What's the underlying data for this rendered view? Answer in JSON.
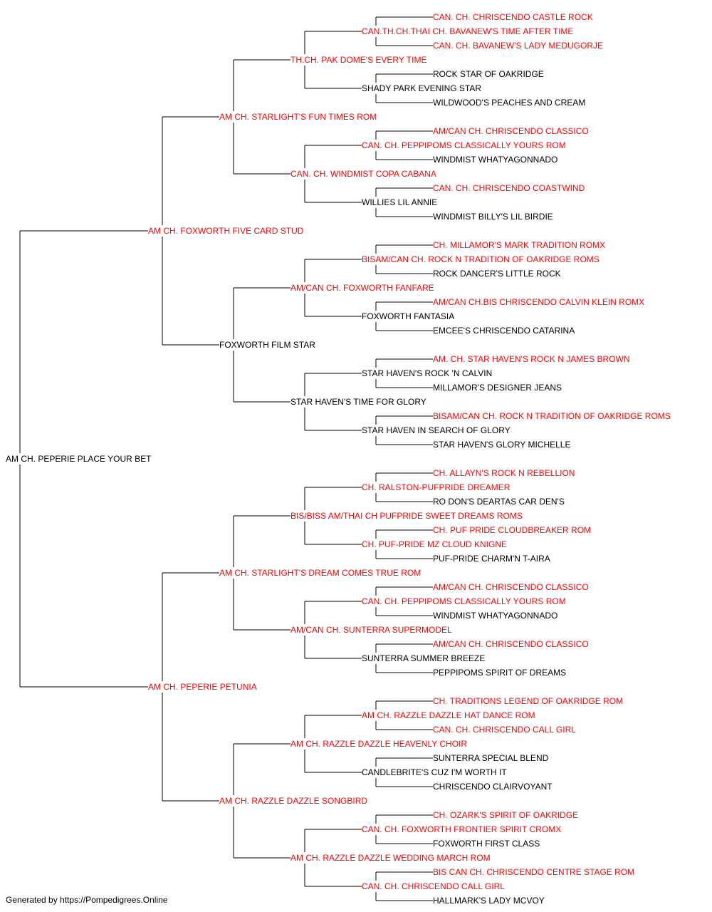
{
  "colors": {
    "titled": "#ff0000",
    "untitled": "#000000",
    "line": "#000000"
  },
  "pedigree": {
    "name": "AM CH. PEPERIE PLACE YOUR BET",
    "red": false,
    "sire": {
      "name": "AM CH. FOXWORTH FIVE CARD STUD",
      "red": true,
      "sire": {
        "name": "AM CH. STARLIGHT'S FUN TIMES ROM",
        "red": true,
        "sire": {
          "name": "TH.CH. PAK DOME'S EVERY TIME",
          "red": true,
          "sire": {
            "name": "CAN.TH.CH.THAI CH. BAVANEW'S TIME AFTER TIME",
            "red": true,
            "sire": {
              "name": "CAN. CH. CHRISCENDO CASTLE ROCK",
              "red": true
            },
            "dam": {
              "name": "CAN. CH. BAVANEW'S LADY MEDUGORJE",
              "red": true
            }
          },
          "dam": {
            "name": "SHADY PARK EVENING STAR",
            "red": false,
            "sire": {
              "name": "ROCK STAR OF OAKRIDGE",
              "red": false
            },
            "dam": {
              "name": "WILDWOOD'S PEACHES AND CREAM",
              "red": false
            }
          }
        },
        "dam": {
          "name": "CAN. CH. WINDMIST COPA CABANA",
          "red": true,
          "sire": {
            "name": "CAN. CH. PEPPIPOMS CLASSICALLY YOURS ROM",
            "red": true,
            "sire": {
              "name": "AM/CAN CH. CHRISCENDO CLASSICO",
              "red": true
            },
            "dam": {
              "name": "WINDMIST WHATYAGONNADO",
              "red": false
            }
          },
          "dam": {
            "name": "WILLIES LIL ANNIE",
            "red": false,
            "sire": {
              "name": "CAN. CH. CHRISCENDO COASTWIND",
              "red": true
            },
            "dam": {
              "name": "WINDMIST BILLY'S LIL BIRDIE",
              "red": false
            }
          }
        }
      },
      "dam": {
        "name": "FOXWORTH FILM STAR",
        "red": false,
        "sire": {
          "name": "AM/CAN CH. FOXWORTH FANFARE",
          "red": true,
          "sire": {
            "name": "BISAM/CAN CH. ROCK N TRADITION OF OAKRIDGE ROMS",
            "red": true,
            "sire": {
              "name": "CH. MILLAMOR'S MARK TRADITION ROMX",
              "red": true
            },
            "dam": {
              "name": "ROCK DANCER'S LITTLE ROCK",
              "red": false
            }
          },
          "dam": {
            "name": "FOXWORTH FANTASIA",
            "red": false,
            "sire": {
              "name": "AM/CAN CH.BIS CHRISCENDO CALVIN KLEIN ROMX",
              "red": true
            },
            "dam": {
              "name": "EMCEE'S CHRISCENDO CATARINA",
              "red": false
            }
          }
        },
        "dam": {
          "name": "STAR HAVEN'S TIME FOR GLORY",
          "red": false,
          "sire": {
            "name": "STAR HAVEN'S ROCK 'N CALVIN",
            "red": false,
            "sire": {
              "name": "AM. CH. STAR HAVEN'S ROCK N JAMES BROWN",
              "red": true
            },
            "dam": {
              "name": "MILLAMOR'S DESIGNER JEANS",
              "red": false
            }
          },
          "dam": {
            "name": "STAR HAVEN IN SEARCH OF GLORY",
            "red": false,
            "sire": {
              "name": "BISAM/CAN CH. ROCK N TRADITION OF OAKRIDGE ROMS",
              "red": true
            },
            "dam": {
              "name": "STAR HAVEN'S GLORY MICHELLE",
              "red": false
            }
          }
        }
      }
    },
    "dam": {
      "name": "AM CH. PEPERIE PETUNIA",
      "red": true,
      "sire": {
        "name": "AM CH. STARLIGHT'S DREAM COMES TRUE ROM",
        "red": true,
        "sire": {
          "name": "BIS/BISS AM/THAI CH PUFPRIDE SWEET DREAMS ROMS",
          "red": true,
          "sire": {
            "name": "CH. RALSTON-PUFPRIDE DREAMER",
            "red": true,
            "sire": {
              "name": "CH. ALLAYN'S ROCK N REBELLION",
              "red": true
            },
            "dam": {
              "name": "RO DON'S DEARTAS CAR DEN'S",
              "red": false
            }
          },
          "dam": {
            "name": "CH. PUF-PRIDE MZ CLOUD KNIGNE",
            "red": true,
            "sire": {
              "name": "CH. PUF PRIDE CLOUDBREAKER ROM",
              "red": true
            },
            "dam": {
              "name": "PUF-PRIDE CHARM'N T-AIRA",
              "red": false
            }
          }
        },
        "dam": {
          "name": "AM/CAN CH. SUNTERRA SUPERMODEL",
          "red": true,
          "sire": {
            "name": "CAN. CH. PEPPIPOMS CLASSICALLY YOURS ROM",
            "red": true,
            "sire": {
              "name": "AM/CAN CH. CHRISCENDO CLASSICO",
              "red": true
            },
            "dam": {
              "name": "WINDMIST WHATYAGONNADO",
              "red": false
            }
          },
          "dam": {
            "name": "SUNTERRA SUMMER BREEZE",
            "red": false,
            "sire": {
              "name": "AM/CAN CH. CHRISCENDO CLASSICO",
              "red": true
            },
            "dam": {
              "name": "PEPPIPOMS SPIRIT OF DREAMS",
              "red": false
            }
          }
        }
      },
      "dam": {
        "name": "AM CH. RAZZLE DAZZLE SONGBIRD",
        "red": true,
        "sire": {
          "name": "AM CH. RAZZLE DAZZLE HEAVENLY CHOIR",
          "red": true,
          "sire": {
            "name": "AM CH. RAZZLE DAZZLE HAT DANCE ROM",
            "red": true,
            "sire": {
              "name": "CH. TRADITIONS LEGEND OF OAKRIDGE ROM",
              "red": true
            },
            "dam": {
              "name": "CAN. CH. CHRISCENDO CALL GIRL",
              "red": true
            }
          },
          "dam": {
            "name": "CANDLEBRITE'S CUZ I'M WORTH IT",
            "red": false,
            "sire": {
              "name": "SUNTERRA SPECIAL BLEND",
              "red": false
            },
            "dam": {
              "name": "CHRISCENDO CLAIRVOYANT",
              "red": false
            }
          }
        },
        "dam": {
          "name": "AM CH. RAZZLE DAZZLE WEDDING MARCH ROM",
          "red": true,
          "sire": {
            "name": "CAN. CH. FOXWORTH FRONTIER SPIRIT CROMX",
            "red": true,
            "sire": {
              "name": "CH. OZARK'S SPIRIT OF OAKRIDGE",
              "red": true
            },
            "dam": {
              "name": "FOXWORTH FIRST CLASS",
              "red": false
            }
          },
          "dam": {
            "name": "CAN. CH. CHRISCENDO CALL GIRL",
            "red": true,
            "sire": {
              "name": "BIS CAN CH. CHRISCENDO CENTRE STAGE ROM",
              "red": true
            },
            "dam": {
              "name": "HALLMARK'S LADY MCVOY",
              "red": false
            }
          }
        }
      }
    }
  },
  "footer": "Generated by https://Pompedigrees.Online"
}
